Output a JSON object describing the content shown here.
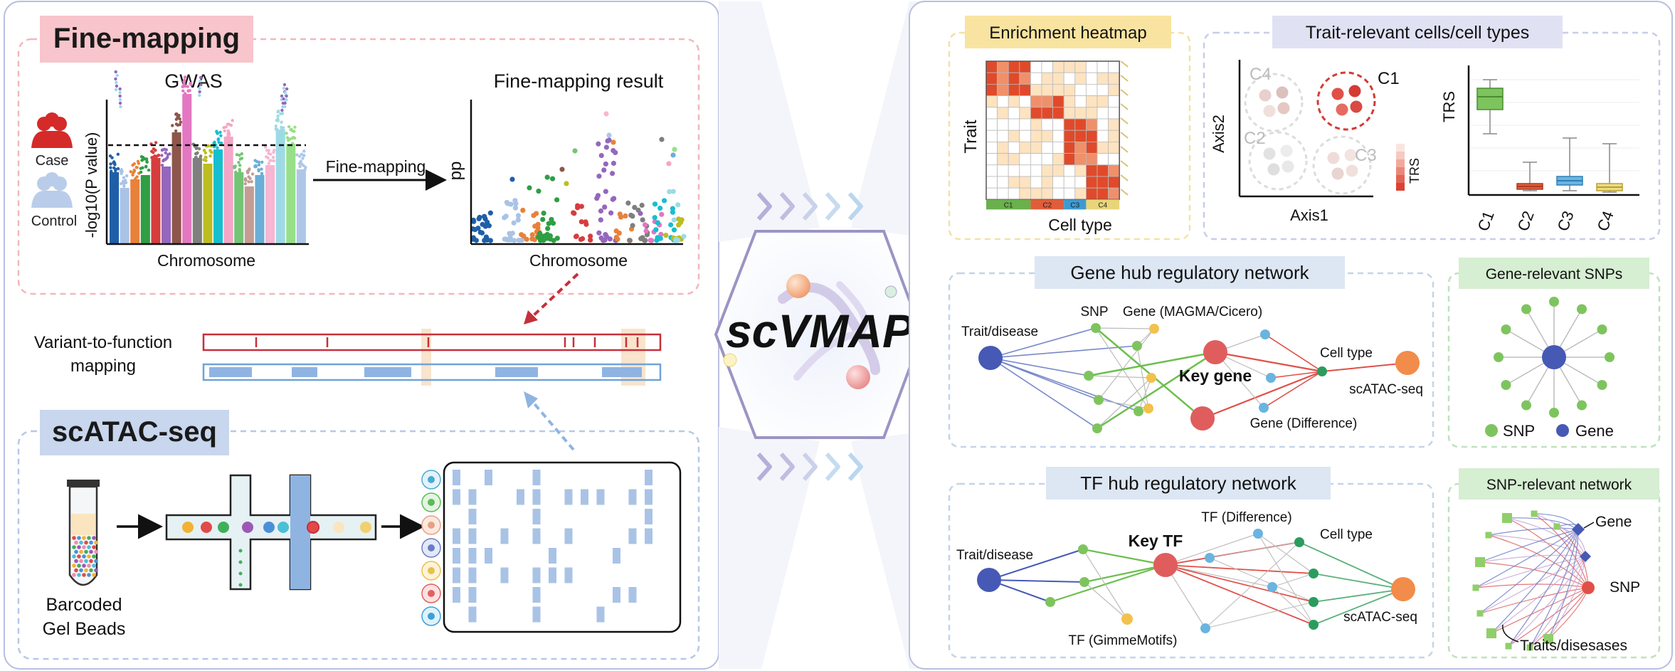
{
  "center": {
    "title": "scVMAP"
  },
  "finemap": {
    "title": "Fine-mapping",
    "gwas_title": "GWAS",
    "case_label": "Case",
    "control_label": "Control",
    "ylabel": "-log10(P value)",
    "xlabel": "Chromosome",
    "arrow_label": "Fine-mapping",
    "result_title": "Fine-mapping result",
    "pp_label": "pp",
    "result_xlabel": "Chromosome",
    "v2f_line1": "Variant-to-function",
    "v2f_line2": "mapping"
  },
  "scatac": {
    "title": "scATAC-seq",
    "beads_line1": "Barcoded",
    "beads_line2": "Gel Beads"
  },
  "enrichment": {
    "title": "Enrichment heatmap",
    "ylabel": "Trait",
    "xlabel": "Cell type",
    "groups": [
      "C1",
      "C2",
      "C3",
      "C4"
    ],
    "group_colors": [
      "#6ab04c",
      "#e05d3b",
      "#3d9ad1",
      "#e8d57a"
    ]
  },
  "trait_cells": {
    "title": "Trait-relevant cells/cell types",
    "axis1": "Axis1",
    "axis2": "Axis2",
    "clusters": [
      "C4",
      "C1",
      "C2",
      "C3"
    ],
    "colorbar_label": "TRS",
    "box_ylabel": "TRS",
    "box_categories": [
      "C1",
      "C2",
      "C3",
      "C4"
    ]
  },
  "gene_hub": {
    "title": "Gene hub regulatory network",
    "trait": "Trait/disease",
    "snp": "SNP",
    "gene_magma": "Gene (MAGMA/Cicero)",
    "key_gene": "Key gene",
    "cell_type": "Cell type",
    "scatac": "scATAC-seq",
    "gene_diff": "Gene (Difference)"
  },
  "gene_snps": {
    "title": "Gene-relevant SNPs",
    "legend_snp": "SNP",
    "legend_gene": "Gene"
  },
  "tf_hub": {
    "title": "TF hub regulatory network",
    "trait": "Trait/disease",
    "key_tf": "Key TF",
    "tf_diff": "TF (Difference)",
    "cell_type": "Cell type",
    "tf_gimme": "TF (GimmeMotifs)",
    "scatac": "scATAC-seq"
  },
  "snp_net": {
    "title": "SNP-relevant network",
    "gene": "Gene",
    "snp": "SNP",
    "traits": "Traits/disesases"
  }
}
